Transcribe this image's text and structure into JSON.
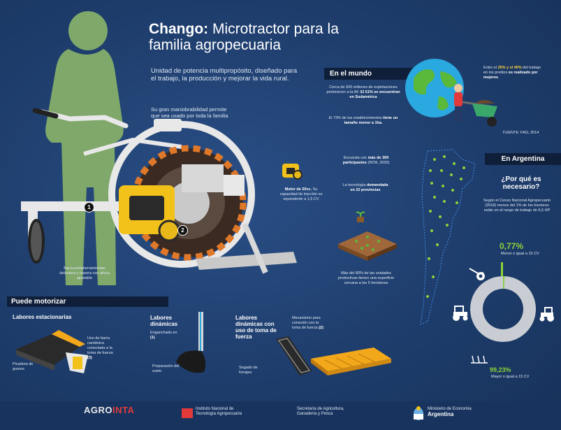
{
  "header": {
    "brand": "Chango:",
    "title": "Microtractor para la familia agropecuaria",
    "subtitle": "Unidad de potencia multipropósito, diseñado para el trabajo, la producción y mejorar la vida rural.",
    "maneuver": "Su gran maniobrabilidad permite que sea usado por toda la familia"
  },
  "machine": {
    "marker_1": "1",
    "marker_2": "2",
    "handlebar_caption": "Barra portaherramientas delantera y trasera con altura ajustable",
    "engine_caption_bold": "Motor de 20cc.",
    "engine_caption": "Su capacidad de tracción es equivalente a 1,5 CV"
  },
  "world": {
    "header": "En el mundo",
    "text1_a": "Cerca de 500 millones de explotaciones pertenecen a la AF.",
    "text1_b": "El 51% se encuentran en Sudamérica",
    "text2_a": "El 73% de los establecimientos",
    "text2_b": "tiene un tamaño menor a 1ha.",
    "women_a": "Entre el",
    "women_b": "25% y el 40%",
    "women_c": "del trabajo en los predios",
    "women_d": "es realizado por mujeres",
    "source": "FUENTE: FAO, 2014"
  },
  "survey": {
    "text1_a": "Encuesta con",
    "text1_b": "más de 300 participantes",
    "text1_c": "(INTA, 2020)",
    "text2_a": "La tecnología",
    "text2_b": "demandada en 22 provincias",
    "text3": "Más del 80% de las unidades productivas tienen una superficie cercana a las 5 hectáreas"
  },
  "argentina": {
    "header": "En Argentina",
    "question": "¿Por qué es necesario?",
    "census": "Según el Censo Nacional Agropecuario (2018) menos del 1% de los tractores están en el rango de trabajo de 6,5 HP",
    "pct_low": "0,77%",
    "pct_low_label": "Menor o igual a 15 CV",
    "pct_high": "99,23%",
    "pct_high_label": "Mayor o igual a 15 CV"
  },
  "chart_data": {
    "type": "pie",
    "categories": [
      "Menor o igual a 15 CV",
      "Mayor o igual a 15 CV"
    ],
    "values": [
      0.77,
      99.23
    ],
    "colors": [
      "#8cd43a",
      "#c9cdd3"
    ]
  },
  "motorize": {
    "header": "Puede motorizar",
    "stationary_title": "Labores estacionarias",
    "stationary_caption": "Uso de barra cardánica conectada a la toma de fuerza",
    "stationary_num": "(3)",
    "grinder_caption": "Picadora de granos",
    "dynamic_title": "Labores dinámicas",
    "dynamic_caption": "Enganchado en",
    "dynamic_num": "(1)",
    "soil_caption": "Preparación del suelo",
    "pto_title": "Labores dinámicas con uso de toma de fuerza",
    "pto_caption": "Mecanismo para conexión con la toma de fuerza",
    "pto_num": "(2)",
    "forage_caption": "Segado de forrajes"
  },
  "footer": {
    "logo_agro": "AGRO",
    "logo_inta": "INTA",
    "inta_name": "Instituto Nacional de Tecnología Agropecuaria",
    "secretaria": "Secretaría de Agricultura, Ganadería y Pesca",
    "ministerio": "Ministerio de Economía",
    "country": "Argentina"
  },
  "colors": {
    "background": "#1e3d6c",
    "accent_green": "#8cd43a",
    "engine_yellow": "#f2c21a",
    "silhouette": "#7fa86a"
  }
}
